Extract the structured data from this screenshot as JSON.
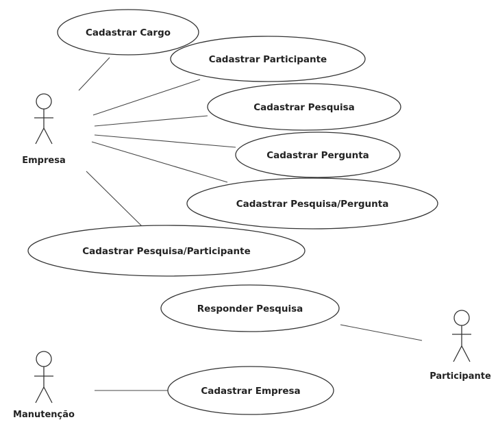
{
  "actors": [
    {
      "id": "empresa",
      "name": "Empresa"
    },
    {
      "id": "manutencao",
      "name": "Manutenção"
    },
    {
      "id": "participante",
      "name": "Participante"
    }
  ],
  "use_cases": [
    {
      "id": "cadastrar-cargo",
      "label": "Cadastrar Cargo"
    },
    {
      "id": "cadastrar-participante",
      "label": "Cadastrar Participante"
    },
    {
      "id": "cadastrar-pesquisa",
      "label": "Cadastrar Pesquisa"
    },
    {
      "id": "cadastrar-pergunta",
      "label": "Cadastrar Pergunta"
    },
    {
      "id": "cadastrar-pesquisa-pergunta",
      "label": "Cadastrar Pesquisa/Pergunta"
    },
    {
      "id": "cadastrar-pesquisa-participante",
      "label": "Cadastrar Pesquisa/Participante"
    },
    {
      "id": "responder-pesquisa",
      "label": "Responder Pesquisa"
    },
    {
      "id": "cadastrar-empresa",
      "label": "Cadastrar Empresa"
    }
  ],
  "associations": [
    {
      "actor": "empresa",
      "use_case": "cadastrar-cargo"
    },
    {
      "actor": "empresa",
      "use_case": "cadastrar-participante"
    },
    {
      "actor": "empresa",
      "use_case": "cadastrar-pesquisa"
    },
    {
      "actor": "empresa",
      "use_case": "cadastrar-pergunta"
    },
    {
      "actor": "empresa",
      "use_case": "cadastrar-pesquisa-pergunta"
    },
    {
      "actor": "empresa",
      "use_case": "cadastrar-pesquisa-participante"
    },
    {
      "actor": "participante",
      "use_case": "responder-pesquisa"
    },
    {
      "actor": "manutencao",
      "use_case": "cadastrar-empresa"
    }
  ]
}
